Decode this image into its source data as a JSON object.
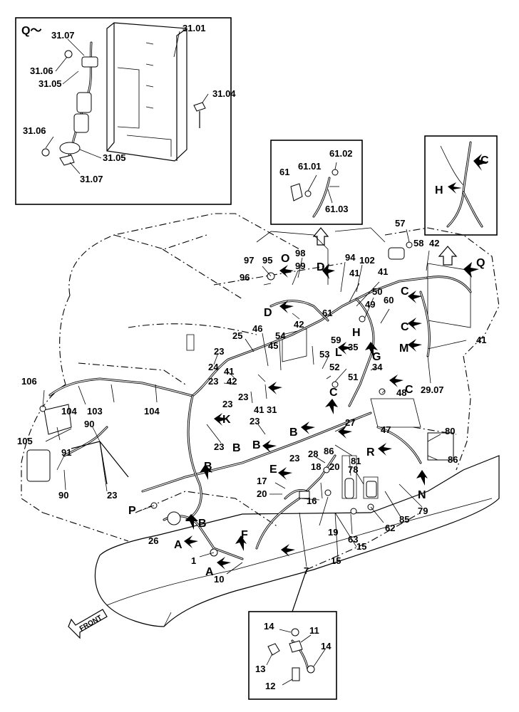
{
  "inset_q": {
    "title": "Q～",
    "labels": [
      "31.07",
      "31.01",
      "31.06",
      "31.05",
      "31.04",
      "31.06",
      "31.05",
      "31.07"
    ]
  },
  "inset_61": {
    "labels": [
      "61",
      "61.01",
      "61.02",
      "61.03"
    ]
  },
  "inset_h": {
    "labels": [
      "H",
      "C"
    ]
  },
  "inset_bottom": {
    "labels": [
      "14",
      "11",
      "14",
      "13",
      "12"
    ]
  },
  "front_label": "FRONT",
  "main_labels": [
    "57",
    "58",
    "42",
    "Q",
    "98",
    "94",
    "102",
    "97",
    "95",
    "O",
    "41",
    "41",
    "99",
    "D",
    "96",
    "D",
    "50",
    "49",
    "60",
    "61",
    "C",
    "C",
    "M",
    "41",
    "H",
    "59",
    "L",
    "35",
    "G",
    "34",
    "29.07",
    "C",
    "25",
    "46",
    "41",
    "54",
    "45",
    "42",
    "41",
    "53",
    "52",
    "51",
    "48",
    "23",
    "24",
    "41",
    "23",
    "42",
    "31",
    "41",
    "C",
    "106",
    "104",
    "103",
    "104",
    "23",
    "23",
    "K",
    "23",
    "41",
    "23",
    "B",
    "27",
    "80",
    "105",
    "90",
    "91",
    "90",
    "23",
    "23",
    "B",
    "B",
    "B",
    "23",
    "28",
    "86",
    "81",
    "47",
    "R",
    "86",
    "18",
    "20",
    "78",
    "17",
    "E",
    "20",
    "16",
    "N",
    "P",
    "26",
    "B",
    "19",
    "63",
    "62",
    "85",
    "79",
    "F",
    "A",
    "1",
    "A",
    "10",
    "7",
    "15",
    "15"
  ]
}
